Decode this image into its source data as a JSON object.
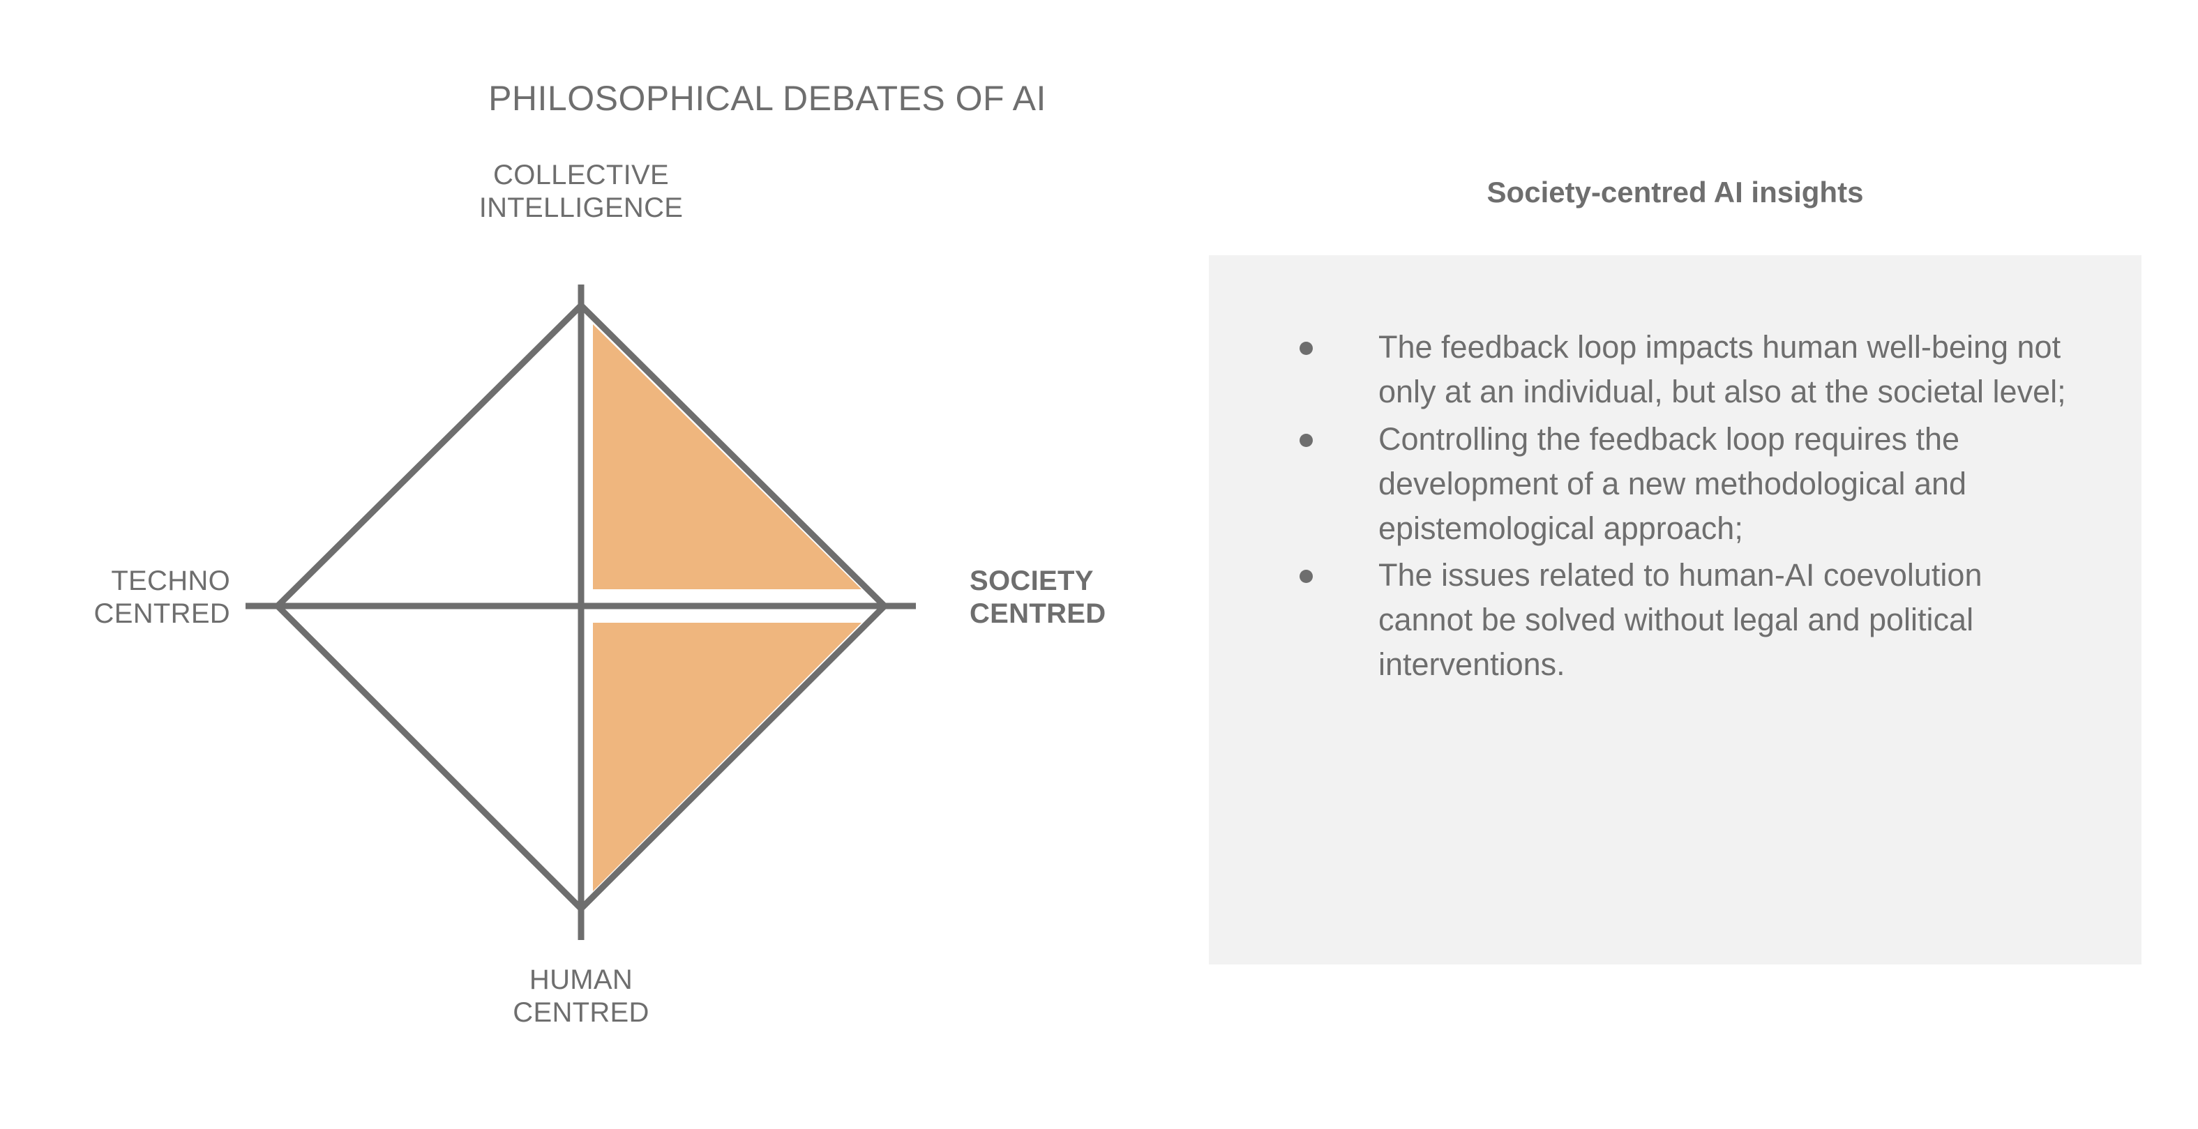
{
  "header": {
    "title": "PHILOSOPHICAL DEBATES OF AI"
  },
  "colors": {
    "ink": "#6e6e6e",
    "accent_fill": "#efb67e",
    "panel_background": "#f2f2f2",
    "page_background": "#ffffff"
  },
  "diagram": {
    "type": "diamond-quadrant",
    "axes": {
      "top": {
        "line1": "COLLECTIVE",
        "line2": "INTELLIGENCE",
        "emphasis": false
      },
      "bottom": {
        "line1": "HUMAN",
        "line2": "CENTRED",
        "emphasis": false
      },
      "left": {
        "line1": "TECHNO",
        "line2": "CENTRED",
        "emphasis": false
      },
      "right": {
        "line1": "SOCIETY",
        "line2": "CENTRED",
        "emphasis": true
      }
    },
    "highlighted_quadrants": [
      "top-right",
      "bottom-right"
    ]
  },
  "insights": {
    "heading": "Society-centred AI insights",
    "bullets": [
      "The feedback loop impacts human well-being not only at an individual, but also at the societal level;",
      "Controlling the feedback loop requires the development of a new methodological and epistemological approach;",
      "The issues related to human-AI coevolution cannot be solved without legal and political interventions."
    ]
  }
}
